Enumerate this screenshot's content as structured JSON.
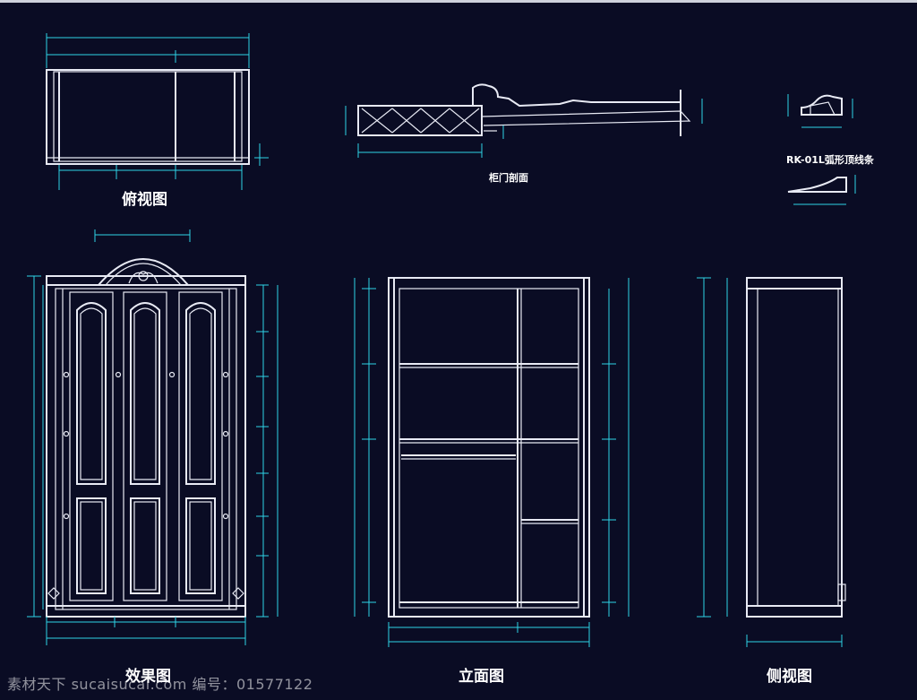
{
  "titles": {
    "top_view": "俯视图",
    "section": "柜门剖面",
    "molding": "RK-01L弧形顶线条",
    "effect_view": "效果图",
    "elevation": "立面图",
    "side_view": "侧视图"
  },
  "watermark": "素材天下 sucaisucai.com   编号：01577122"
}
